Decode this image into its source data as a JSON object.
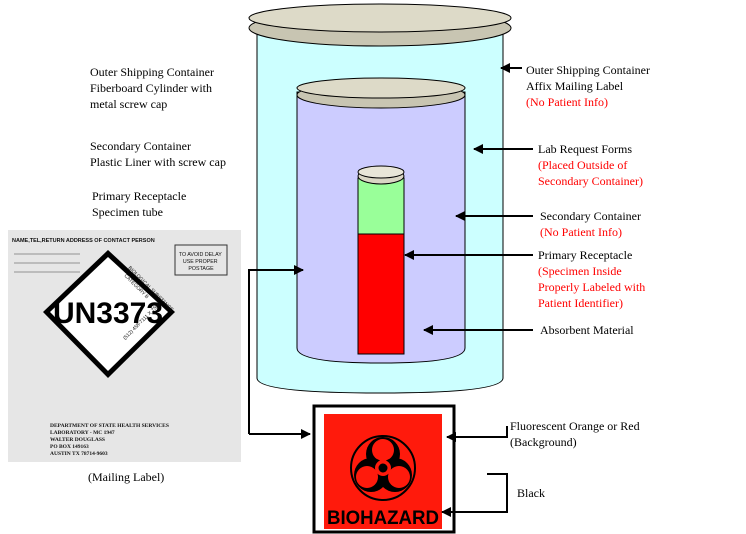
{
  "colors": {
    "outer_fill": "#ccffff",
    "secondary_fill": "#ccccff",
    "cap_fill": "#dddac8",
    "tube_red": "#ff0000",
    "tube_green": "#99ff99",
    "biohazard_bg": "#ff1a0c",
    "mailing_label_bg": "#e6e6e6",
    "accent_red_text": "#ff0000"
  },
  "left_labels": {
    "outer": [
      "Outer Shipping Container",
      "Fiberboard Cylinder with",
      "metal screw cap"
    ],
    "secondary": [
      "Secondary Container",
      "Plastic Liner with screw cap"
    ],
    "primary": [
      "Primary Receptacle",
      "Specimen tube"
    ]
  },
  "right_labels": {
    "outer": {
      "lines": [
        "Outer Shipping Container",
        "Affix Mailing Label"
      ],
      "red": [
        "(No Patient Info)"
      ]
    },
    "forms": {
      "lines": [
        "Lab Request Forms"
      ],
      "red": [
        "(Placed Outside of",
        "Secondary Container)"
      ]
    },
    "secondary": {
      "lines": [
        "Secondary Container"
      ],
      "red": [
        "(No Patient Info)"
      ]
    },
    "primary": {
      "lines": [
        "Primary Receptacle"
      ],
      "red": [
        "(Specimen Inside",
        "Properly Labeled with",
        "Patient Identifier)"
      ]
    },
    "absorbent": {
      "lines": [
        "Absorbent Material"
      ],
      "red": []
    },
    "fluorescent": {
      "lines": [
        "Fluorescent Orange or Red",
        "(Background)"
      ],
      "red": []
    },
    "black": {
      "lines": [
        "Black"
      ],
      "red": []
    }
  },
  "mailing_label": {
    "header": "NAME,TEL,RETURN ADDRESS OF CONTACT PERSON",
    "stamp": [
      "TO AVOID DELAY",
      "USE PROPER",
      "POSTAGE"
    ],
    "un_number": "UN3373",
    "diamond_top": [
      "BIOLOGICAL SUBSTANCE",
      "CATEGORY B"
    ],
    "diamond_bottom": "(512) 458-7111 X 7560",
    "address": [
      "DEPARTMENT OF STATE HEALTH SERVICES",
      "LABORATORY - MC 1947",
      "WALTER DOUGLASS",
      "PO BOX 149163",
      "AUSTIN TX 78714-9603"
    ],
    "caption": "(Mailing Label)"
  },
  "biohazard": {
    "text": "BIOHAZARD",
    "icon": "biohazard-icon"
  }
}
